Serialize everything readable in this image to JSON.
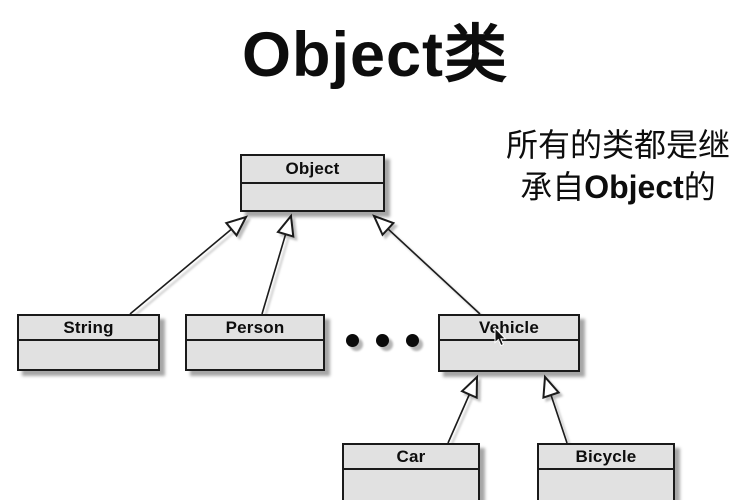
{
  "title": {
    "text": "Object类"
  },
  "note": {
    "line1": "所有的类都是继",
    "line2_prefix": "承自",
    "line2_bold": "Object",
    "line2_suffix": "的"
  },
  "diagram": {
    "type": "uml-class-inheritance",
    "classes": [
      {
        "id": "object",
        "label": "Object"
      },
      {
        "id": "string",
        "label": "String"
      },
      {
        "id": "person",
        "label": "Person"
      },
      {
        "id": "vehicle",
        "label": "Vehicle"
      },
      {
        "id": "car",
        "label": "Car"
      },
      {
        "id": "bicycle",
        "label": "Bicycle"
      }
    ],
    "relations": [
      {
        "from": "String",
        "to": "Object",
        "type": "inheritance"
      },
      {
        "from": "Person",
        "to": "Object",
        "type": "inheritance"
      },
      {
        "from": "Vehicle",
        "to": "Object",
        "type": "inheritance"
      },
      {
        "from": "Car",
        "to": "Vehicle",
        "type": "inheritance"
      },
      {
        "from": "Bicycle",
        "to": "Vehicle",
        "type": "inheritance"
      }
    ],
    "colors": {
      "box_fill": "#e1e1e1",
      "box_border": "#1a1a1a",
      "line": "#1a1a1a",
      "background": "#ffffff",
      "text": "#0d0d0d"
    }
  }
}
